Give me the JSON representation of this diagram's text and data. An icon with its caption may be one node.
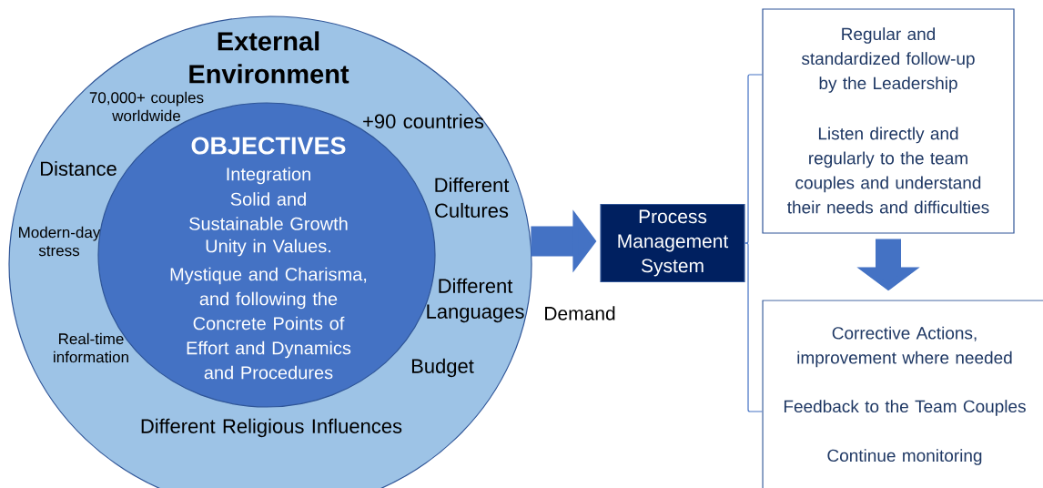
{
  "diagram": {
    "nodes": [
      {
        "text": [
          "External Environment",
          "70,000+ couples worldwide",
          "+90 countries",
          "Distance",
          "Different Cultures",
          "Modern-day stress",
          "Different Languages",
          "Real-time information",
          "Budget",
          "Different Religious Influences"
        ]
      },
      {
        "text": [
          "OBJECTIVES",
          "Integration",
          "Solid and Sustainable Growth",
          "Unity in Values.",
          "Mystique and Charisma, and following the Concrete Points of Effort and Dynamics and Procedures"
        ],
        "in": 0
      },
      {
        "text": [
          "Process Management System"
        ]
      },
      {
        "text": [
          "Regular and standardized follow-up by the Leadership",
          "Listen directly and regularly to the team couples and understand their needs and difficulties"
        ]
      },
      {
        "text": [
          "Corrective Actions, improvement where needed",
          "Feedback to the Team Couples",
          "Continue monitoring"
        ]
      }
    ],
    "edges": [
      {
        "from": 0,
        "to": 2,
        "arrow": "to",
        "label": "Demand",
        "style": "thick"
      },
      {
        "from": 2,
        "to": 3,
        "arrow": "none"
      },
      {
        "from": 2,
        "to": 4,
        "arrow": "none"
      },
      {
        "from": 3,
        "to": 4,
        "arrow": "to",
        "style": "thick"
      }
    ]
  }
}
